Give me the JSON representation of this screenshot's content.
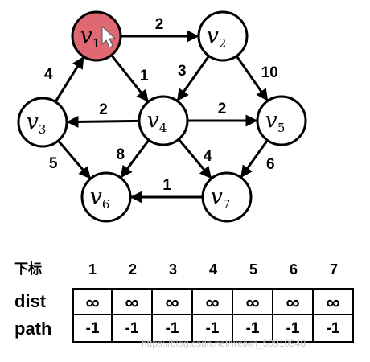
{
  "nodes": [
    {
      "id": "v1",
      "letter": "v",
      "sub": "1",
      "active": true
    },
    {
      "id": "v2",
      "letter": "v",
      "sub": "2",
      "active": false
    },
    {
      "id": "v3",
      "letter": "v",
      "sub": "3",
      "active": false
    },
    {
      "id": "v4",
      "letter": "v",
      "sub": "4",
      "active": false
    },
    {
      "id": "v5",
      "letter": "v",
      "sub": "5",
      "active": false
    },
    {
      "id": "v6",
      "letter": "v",
      "sub": "6",
      "active": false
    },
    {
      "id": "v7",
      "letter": "v",
      "sub": "7",
      "active": false
    }
  ],
  "edges": [
    {
      "from": "v1",
      "to": "v2",
      "weight": "2"
    },
    {
      "from": "v1",
      "to": "v4",
      "weight": "1"
    },
    {
      "from": "v2",
      "to": "v4",
      "weight": "3"
    },
    {
      "from": "v2",
      "to": "v5",
      "weight": "10"
    },
    {
      "from": "v3",
      "to": "v1",
      "weight": "4"
    },
    {
      "from": "v3",
      "to": "v6",
      "weight": "5"
    },
    {
      "from": "v4",
      "to": "v3",
      "weight": "2"
    },
    {
      "from": "v4",
      "to": "v5",
      "weight": "2"
    },
    {
      "from": "v4",
      "to": "v6",
      "weight": "8"
    },
    {
      "from": "v4",
      "to": "v7",
      "weight": "4"
    },
    {
      "from": "v5",
      "to": "v7",
      "weight": "6"
    },
    {
      "from": "v7",
      "to": "v6",
      "weight": "1"
    }
  ],
  "table": {
    "index_label": "下标",
    "dist_label": "dist",
    "path_label": "path",
    "indices": [
      "1",
      "2",
      "3",
      "4",
      "5",
      "6",
      "7"
    ],
    "dist": [
      "∞",
      "∞",
      "∞",
      "∞",
      "∞",
      "∞",
      "∞"
    ],
    "path": [
      "-1",
      "-1",
      "-1",
      "-1",
      "-1",
      "-1",
      "-1"
    ]
  },
  "watermark": "https://blog.csdn.net/weixin_50910948",
  "colors": {
    "active_node": "#e06872",
    "stroke": "#000000"
  }
}
